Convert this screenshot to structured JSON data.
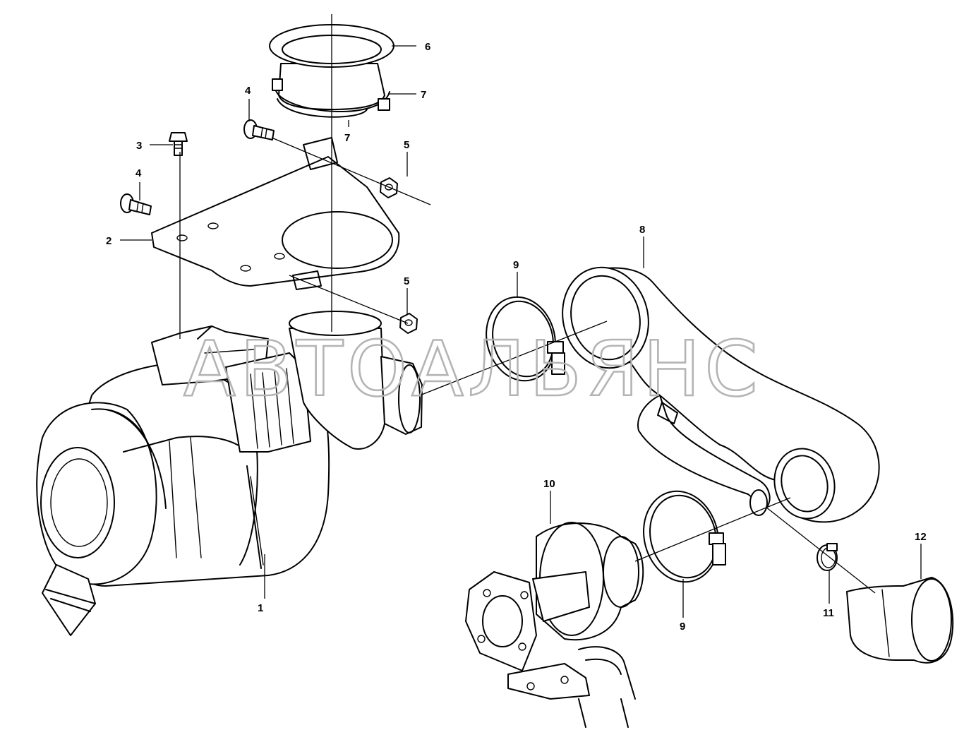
{
  "watermark": "АВТОАЛЬЯНС",
  "labels": {
    "l1": "1",
    "l2": "2",
    "l3": "3",
    "l4a": "4",
    "l4b": "4",
    "l5a": "5",
    "l5b": "5",
    "l6": "6",
    "l7a": "7",
    "l7b": "7",
    "l8": "8",
    "l9a": "9",
    "l9b": "9",
    "l10": "10",
    "l11": "11",
    "l12": "12"
  }
}
